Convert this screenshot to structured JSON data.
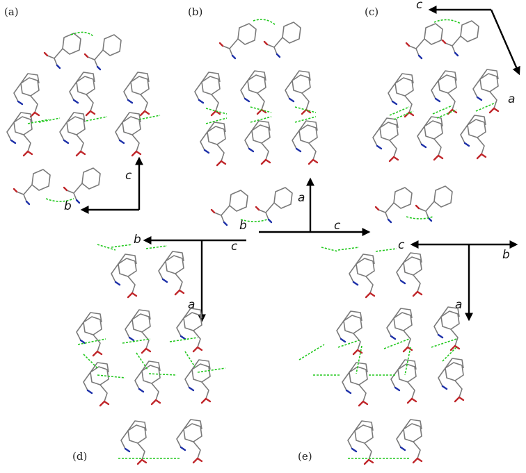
{
  "panels": [
    {
      "id": "a",
      "label": "(a)"
    },
    {
      "id": "b",
      "label": "(b)"
    },
    {
      "id": "c",
      "label": "(c)"
    },
    {
      "id": "d",
      "label": "(d)"
    },
    {
      "id": "e",
      "label": "(e)"
    }
  ],
  "axes": {
    "panel_a": {
      "vertical": "c",
      "horizontal": "b"
    },
    "center": {
      "vertical": "a",
      "horizontal": "c",
      "origin": "b"
    },
    "panel_c": {
      "horizontal": "c",
      "diagonal": "a"
    },
    "panel_d": {
      "horizontal_left": "b",
      "horizontal_right": "c",
      "vertical": "a"
    },
    "panel_e": {
      "horizontal_left": "c",
      "horizontal_right": "b",
      "vertical": "a"
    }
  },
  "colors": {
    "carbon": "#7a7a7a",
    "nitrogen": "#1c2fa8",
    "oxygen": "#c0262a",
    "hydrogen_bond": "#22c81e",
    "axis": "#000000"
  }
}
